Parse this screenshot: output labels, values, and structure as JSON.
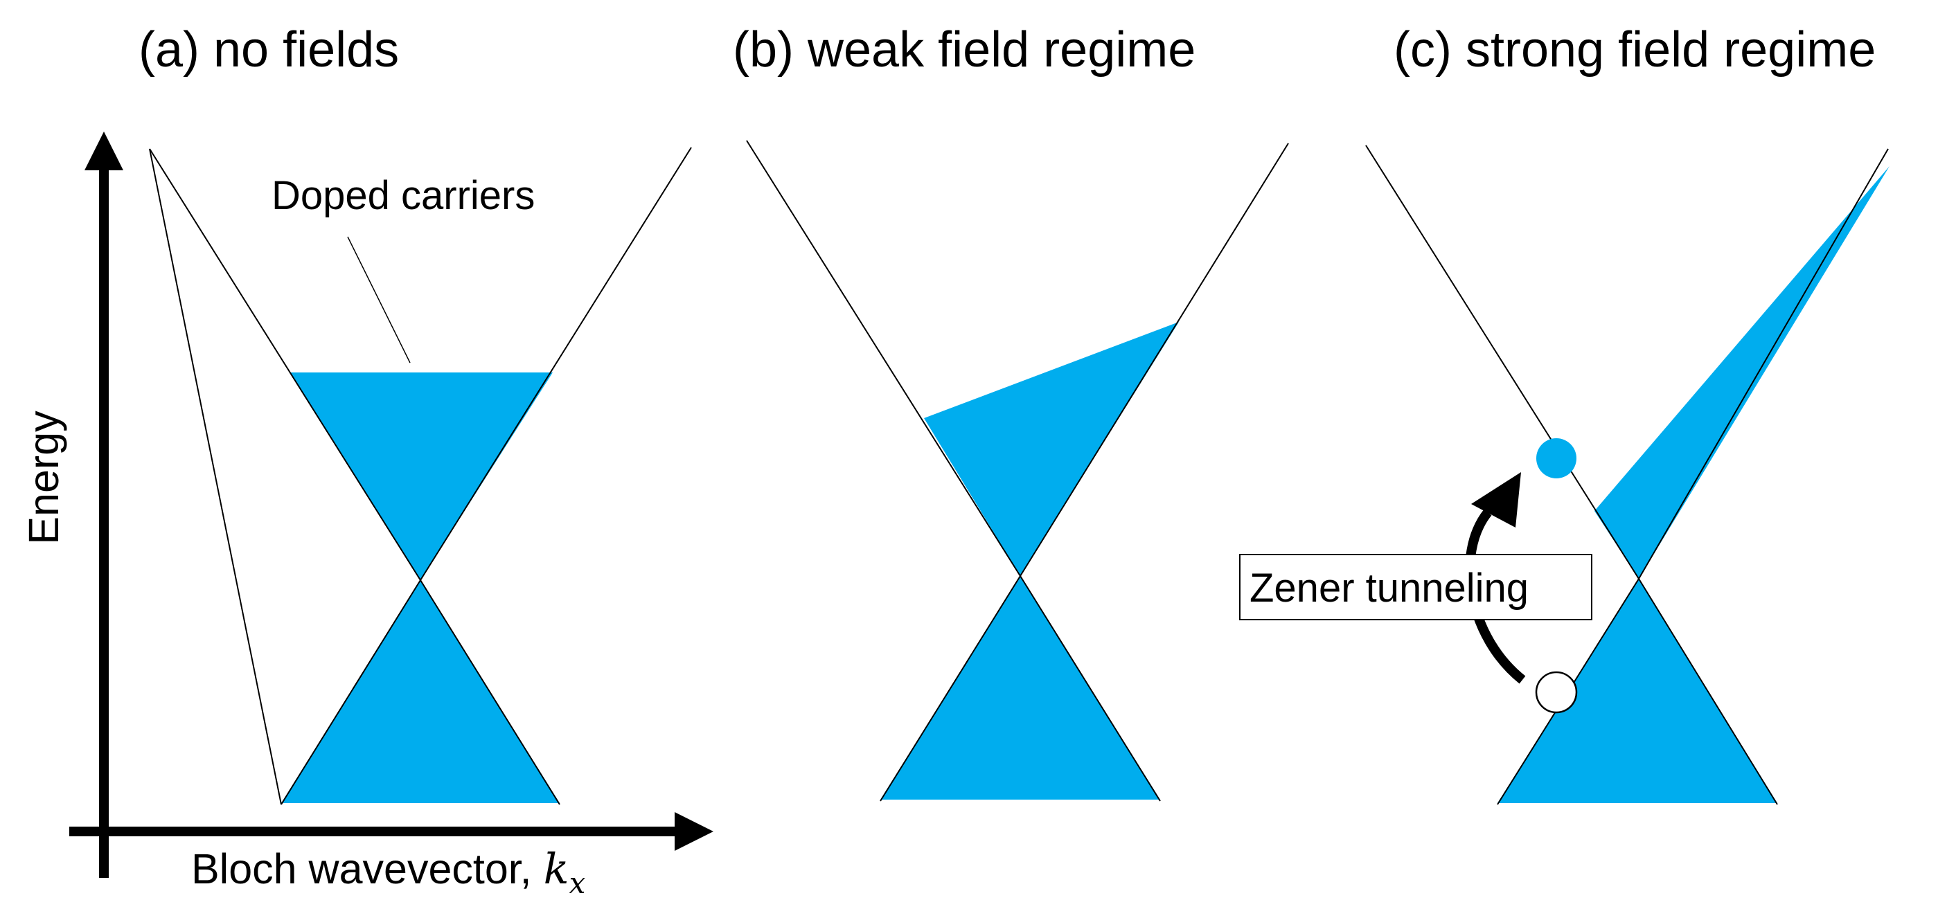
{
  "colors": {
    "carrier_fill": "#00adee",
    "line": "#000000",
    "background": "#ffffff"
  },
  "axes": {
    "y_label": "Energy",
    "x_label": "Bloch wavevector, ",
    "x_symbol": "k",
    "x_symbol_subscript": "x"
  },
  "panels": [
    {
      "title": "(a) no fields",
      "annotation": "Doped carriers"
    },
    {
      "title": "(b) weak field regime"
    },
    {
      "title": "(c) strong field regime",
      "annotation": "Zener tunneling"
    }
  ]
}
